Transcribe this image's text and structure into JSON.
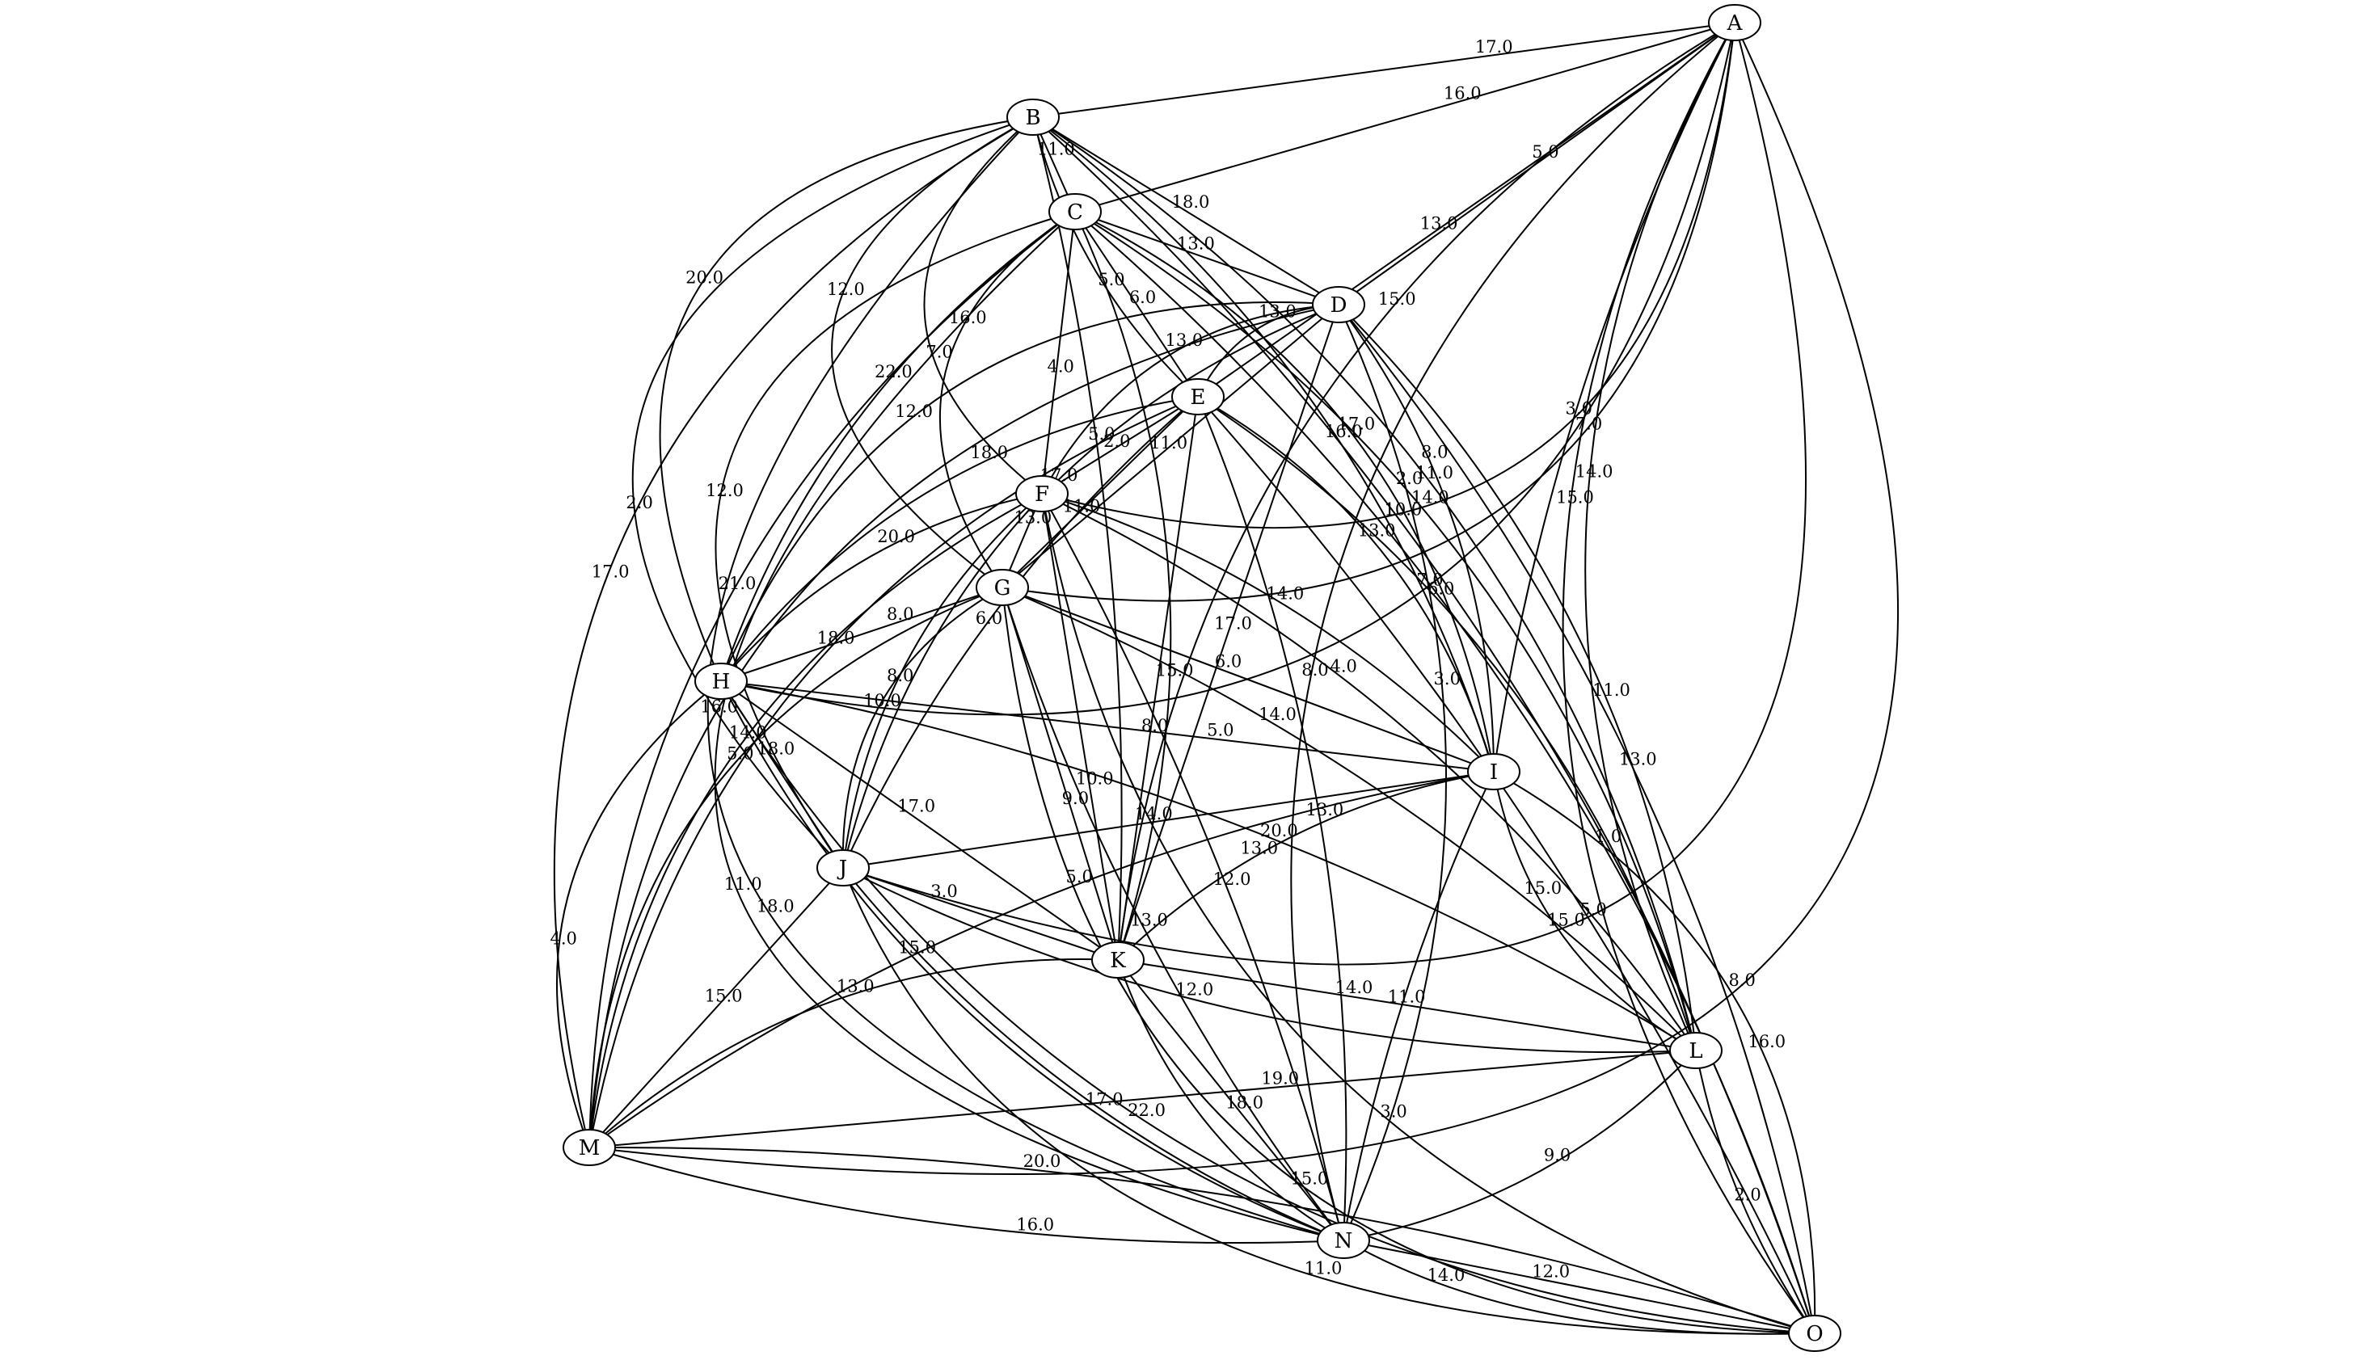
{
  "graph": {
    "nodes": [
      "A",
      "B",
      "C",
      "D",
      "E",
      "F",
      "G",
      "H",
      "I",
      "J",
      "K",
      "L",
      "M",
      "N",
      "O"
    ],
    "edges": [
      {
        "from": "A",
        "to": "B",
        "weight": "17.0"
      },
      {
        "from": "A",
        "to": "C",
        "weight": "16.0"
      },
      {
        "from": "A",
        "to": "D",
        "weight": "5.0"
      },
      {
        "from": "A",
        "to": "E",
        "weight": "13.0"
      },
      {
        "from": "A",
        "to": "F",
        "weight": "14.0"
      },
      {
        "from": "A",
        "to": "G",
        "weight": "7.0"
      },
      {
        "from": "A",
        "to": "H",
        "weight": "7.0"
      },
      {
        "from": "A",
        "to": "I",
        "weight": "3.0"
      },
      {
        "from": "A",
        "to": "J",
        "weight": "15.0"
      },
      {
        "from": "A",
        "to": "K",
        "weight": "15.0"
      },
      {
        "from": "A",
        "to": "L",
        "weight": "14.0"
      },
      {
        "from": "A",
        "to": "M",
        "weight": "8.0"
      },
      {
        "from": "A",
        "to": "N",
        "weight": "8.0"
      },
      {
        "from": "A",
        "to": "O",
        "weight": "15.0"
      },
      {
        "from": "B",
        "to": "C",
        "weight": "11.0"
      },
      {
        "from": "B",
        "to": "D",
        "weight": "18.0"
      },
      {
        "from": "B",
        "to": "E",
        "weight": "5.0"
      },
      {
        "from": "B",
        "to": "F",
        "weight": "7.0"
      },
      {
        "from": "B",
        "to": "G",
        "weight": "12.0"
      },
      {
        "from": "B",
        "to": "H",
        "weight": "20.0"
      },
      {
        "from": "B",
        "to": "I",
        "weight": "16.0"
      },
      {
        "from": "B",
        "to": "J",
        "weight": "2.0"
      },
      {
        "from": "B",
        "to": "K",
        "weight": "5.0"
      },
      {
        "from": "B",
        "to": "L",
        "weight": "11.0"
      },
      {
        "from": "B",
        "to": "M",
        "weight": "17.0"
      },
      {
        "from": "B",
        "to": "N",
        "weight": "18.0"
      },
      {
        "from": "B",
        "to": "O",
        "weight": "10.0"
      },
      {
        "from": "C",
        "to": "D",
        "weight": "13.0"
      },
      {
        "from": "C",
        "to": "E",
        "weight": "6.0"
      },
      {
        "from": "C",
        "to": "F",
        "weight": "4.0"
      },
      {
        "from": "C",
        "to": "G",
        "weight": "16.0"
      },
      {
        "from": "C",
        "to": "H",
        "weight": "22.0"
      },
      {
        "from": "C",
        "to": "I",
        "weight": "17.0"
      },
      {
        "from": "C",
        "to": "J",
        "weight": "12.0"
      },
      {
        "from": "C",
        "to": "K",
        "weight": "15.0"
      },
      {
        "from": "C",
        "to": "L",
        "weight": "2.0"
      },
      {
        "from": "C",
        "to": "M",
        "weight": "21.0"
      },
      {
        "from": "C",
        "to": "N",
        "weight": "11.0"
      },
      {
        "from": "C",
        "to": "O",
        "weight": "1.0"
      },
      {
        "from": "D",
        "to": "E",
        "weight": "13.0"
      },
      {
        "from": "D",
        "to": "F",
        "weight": "13.0"
      },
      {
        "from": "D",
        "to": "G",
        "weight": "11.0"
      },
      {
        "from": "D",
        "to": "H",
        "weight": "12.0"
      },
      {
        "from": "D",
        "to": "I",
        "weight": "8.0"
      },
      {
        "from": "D",
        "to": "J",
        "weight": "17.0"
      },
      {
        "from": "D",
        "to": "K",
        "weight": "17.0"
      },
      {
        "from": "D",
        "to": "L",
        "weight": "11.0"
      },
      {
        "from": "D",
        "to": "M",
        "weight": "16.0"
      },
      {
        "from": "D",
        "to": "N",
        "weight": "3.0"
      },
      {
        "from": "D",
        "to": "O",
        "weight": "13.0"
      },
      {
        "from": "E",
        "to": "F",
        "weight": "2.0"
      },
      {
        "from": "E",
        "to": "G",
        "weight": "11.0"
      },
      {
        "from": "E",
        "to": "H",
        "weight": "18.0"
      },
      {
        "from": "E",
        "to": "I",
        "weight": "13.0"
      },
      {
        "from": "E",
        "to": "J",
        "weight": "6.0"
      },
      {
        "from": "E",
        "to": "K",
        "weight": "8.0"
      },
      {
        "from": "E",
        "to": "L",
        "weight": "6.0"
      },
      {
        "from": "E",
        "to": "M",
        "weight": "18.0"
      },
      {
        "from": "E",
        "to": "N",
        "weight": "13.0"
      },
      {
        "from": "E",
        "to": "O",
        "weight": "5.0"
      },
      {
        "from": "F",
        "to": "G",
        "weight": "13.0"
      },
      {
        "from": "F",
        "to": "H",
        "weight": "20.0"
      },
      {
        "from": "F",
        "to": "I",
        "weight": "14.0"
      },
      {
        "from": "F",
        "to": "J",
        "weight": "8.0"
      },
      {
        "from": "F",
        "to": "K",
        "weight": "10.0"
      },
      {
        "from": "F",
        "to": "L",
        "weight": "4.0"
      },
      {
        "from": "F",
        "to": "M",
        "weight": "14.0"
      },
      {
        "from": "F",
        "to": "N",
        "weight": "12.0"
      },
      {
        "from": "F",
        "to": "O",
        "weight": "3.0"
      },
      {
        "from": "G",
        "to": "H",
        "weight": "8.0"
      },
      {
        "from": "G",
        "to": "I",
        "weight": "6.0"
      },
      {
        "from": "G",
        "to": "J",
        "weight": "10.0"
      },
      {
        "from": "G",
        "to": "K",
        "weight": "9.0"
      },
      {
        "from": "G",
        "to": "L",
        "weight": "14.0"
      },
      {
        "from": "G",
        "to": "M",
        "weight": "5.0"
      },
      {
        "from": "G",
        "to": "N",
        "weight": "13.0"
      },
      {
        "from": "G",
        "to": "O",
        "weight": "15.0"
      },
      {
        "from": "H",
        "to": "I",
        "weight": "5.0"
      },
      {
        "from": "H",
        "to": "J",
        "weight": "18.0"
      },
      {
        "from": "H",
        "to": "K",
        "weight": "17.0"
      },
      {
        "from": "H",
        "to": "L",
        "weight": "20.0"
      },
      {
        "from": "H",
        "to": "M",
        "weight": "4.0"
      },
      {
        "from": "H",
        "to": "N",
        "weight": "15.0"
      },
      {
        "from": "H",
        "to": "O",
        "weight": "22.0"
      },
      {
        "from": "I",
        "to": "J",
        "weight": "14.0"
      },
      {
        "from": "I",
        "to": "K",
        "weight": "13.0"
      },
      {
        "from": "I",
        "to": "L",
        "weight": "15.0"
      },
      {
        "from": "I",
        "to": "M",
        "weight": "5.0"
      },
      {
        "from": "I",
        "to": "N",
        "weight": "11.0"
      },
      {
        "from": "I",
        "to": "O",
        "weight": "16.0"
      },
      {
        "from": "J",
        "to": "K",
        "weight": "3.0"
      },
      {
        "from": "J",
        "to": "L",
        "weight": "12.0"
      },
      {
        "from": "J",
        "to": "M",
        "weight": "15.0"
      },
      {
        "from": "J",
        "to": "N",
        "weight": "17.0"
      },
      {
        "from": "J",
        "to": "O",
        "weight": "11.0"
      },
      {
        "from": "K",
        "to": "L",
        "weight": "14.0"
      },
      {
        "from": "K",
        "to": "M",
        "weight": "13.0"
      },
      {
        "from": "K",
        "to": "N",
        "weight": "18.0"
      },
      {
        "from": "K",
        "to": "O",
        "weight": "14.0"
      },
      {
        "from": "L",
        "to": "M",
        "weight": "19.0"
      },
      {
        "from": "L",
        "to": "N",
        "weight": "9.0"
      },
      {
        "from": "L",
        "to": "O",
        "weight": "2.0"
      },
      {
        "from": "M",
        "to": "N",
        "weight": "16.0"
      },
      {
        "from": "M",
        "to": "O",
        "weight": "20.0"
      },
      {
        "from": "N",
        "to": "O",
        "weight": "12.0"
      }
    ]
  }
}
